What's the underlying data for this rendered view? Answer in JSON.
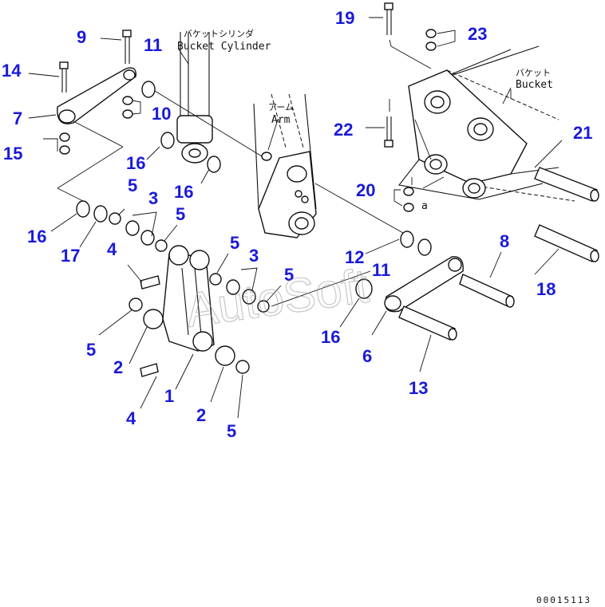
{
  "colors": {
    "callout": "#1a1ad8",
    "ink": "#111111",
    "watermark": "#999999"
  },
  "labels": {
    "bucket_cylinder_jp": "バケットシリンダ",
    "bucket_cylinder_en": "Bucket Cylinder",
    "arm_jp": "アーム",
    "arm_en": "Arm",
    "bucket_jp": "バケット",
    "bucket_en": "Bucket",
    "view_a": "a"
  },
  "watermark": "AutoSoft",
  "doc_number": "00015113",
  "callouts": {
    "n19": "19",
    "n23": "23",
    "n9": "9",
    "n11a": "11",
    "n14": "14",
    "n7": "7",
    "n10": "10",
    "n15": "15",
    "n16a": "16",
    "n16b": "16",
    "n16c": "16",
    "n16d": "16",
    "n17": "17",
    "n5a": "5",
    "n5b": "5",
    "n5c": "5",
    "n5d": "5",
    "n5e": "5",
    "n5f": "5",
    "n3a": "3",
    "n3b": "3",
    "n4a": "4",
    "n4b": "4",
    "n2a": "2",
    "n2b": "2",
    "n1": "1",
    "n22": "22",
    "n20": "20",
    "n21": "21",
    "n12": "12",
    "n11b": "11",
    "n8": "8",
    "n18": "18",
    "n6": "6",
    "n13": "13"
  }
}
